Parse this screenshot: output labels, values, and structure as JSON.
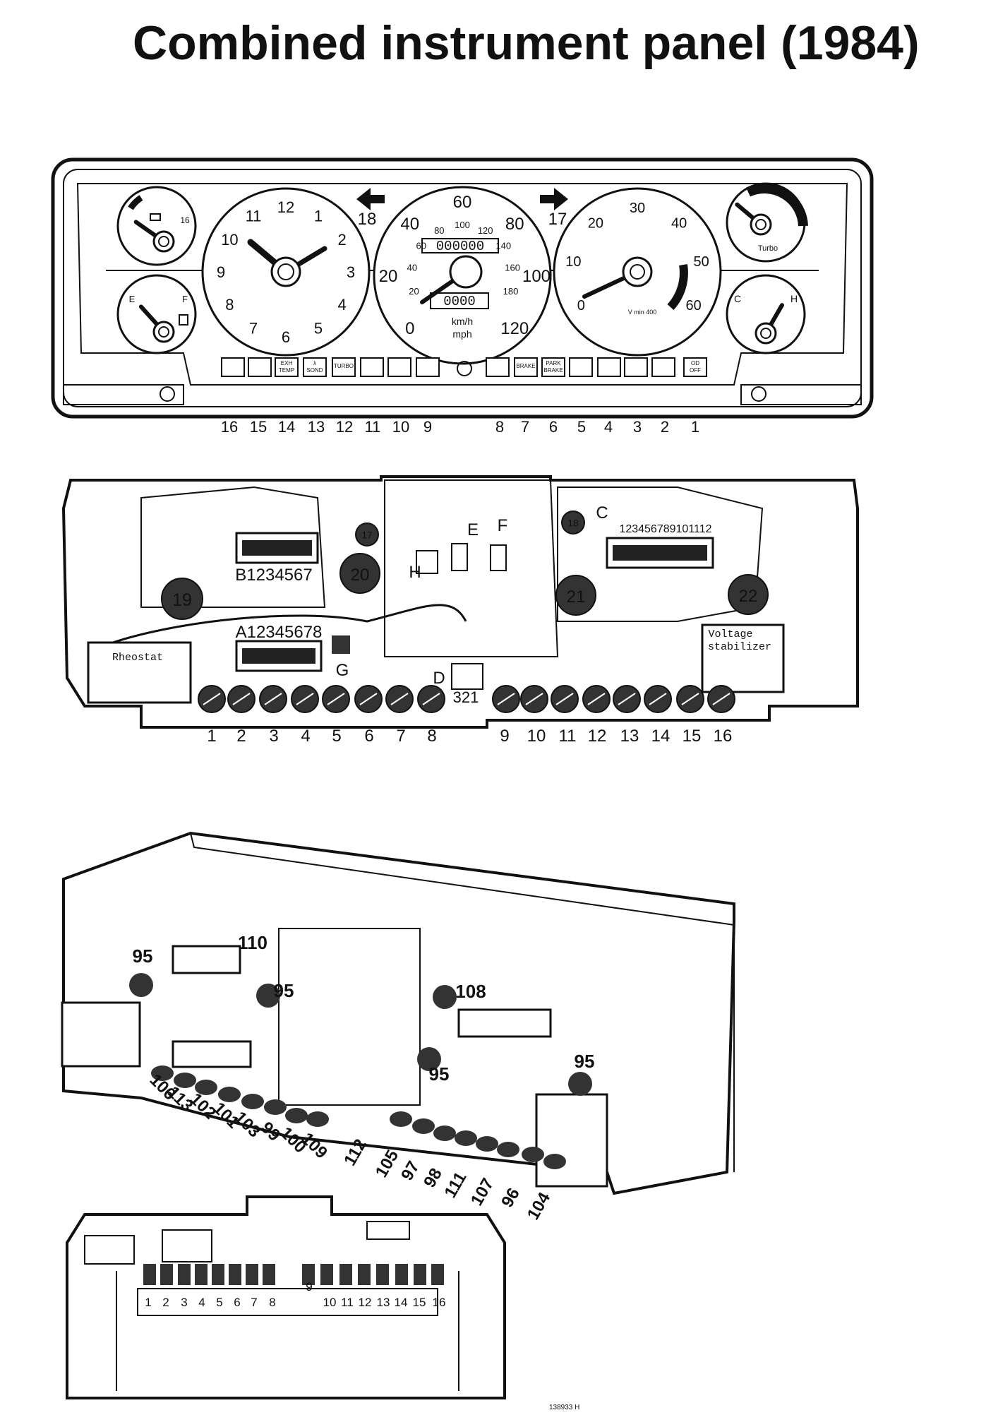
{
  "title": "Combined instrument panel (1984)",
  "front_panel": {
    "voltmeter_scale": "16",
    "fuel_scale": [
      "E",
      "F"
    ],
    "clock_numerals": [
      "12",
      "1",
      "2",
      "3",
      "4",
      "5",
      "6",
      "7",
      "8",
      "9",
      "10",
      "11"
    ],
    "turn_left": "18",
    "turn_right": "17",
    "speedo_mph": [
      "0",
      "20",
      "40",
      "60",
      "80",
      "100",
      "120"
    ],
    "speedo_kmh": [
      "20",
      "40",
      "60",
      "80",
      "100",
      "120",
      "140",
      "160",
      "180"
    ],
    "odometer": "000000",
    "tripmeter": "0000",
    "speedo_units": [
      "km/h",
      "mph"
    ],
    "tacho_scale": [
      "0",
      "10",
      "20",
      "30",
      "40",
      "50",
      "60"
    ],
    "tacho_caption": "V min 400",
    "boost_caption": "Turbo",
    "temp_scale": [
      "C",
      "H"
    ],
    "lamp_labels": [
      "",
      "",
      "EXH TEMP",
      "λ SOND",
      "TURBO",
      "",
      "",
      "",
      "",
      "",
      "BRAKE",
      "PARK BRAKE",
      "",
      "",
      "",
      "",
      "OD OFF"
    ],
    "lamp_numbers": [
      "16",
      "15",
      "14",
      "13",
      "12",
      "11",
      "10",
      "9",
      "8",
      "7",
      "6",
      "5",
      "4",
      "3",
      "2",
      "1"
    ]
  },
  "rear_panel": {
    "connector_b": "B1234567",
    "connector_a": "A12345678",
    "connector_c_letter": "C",
    "connector_c_pins": "123456789101112",
    "letters": [
      "D",
      "E",
      "F",
      "G",
      "H"
    ],
    "d_pins": "321",
    "bulb_numbers": [
      "17",
      "18",
      "19",
      "20",
      "21",
      "22"
    ],
    "rheostat": "Rheostat",
    "stabilizer": [
      "Voltage",
      "stabilizer"
    ],
    "terminal_numbers": [
      "1",
      "2",
      "3",
      "4",
      "5",
      "6",
      "7",
      "8",
      "9",
      "10",
      "11",
      "12",
      "13",
      "14",
      "15",
      "16"
    ]
  },
  "iso_view": {
    "callouts": [
      "95",
      "110",
      "95",
      "108",
      "95",
      "95"
    ],
    "lower_left": [
      "106",
      "113",
      "102",
      "101",
      "103",
      "99",
      "100",
      "109"
    ],
    "lower_right": [
      "112",
      "105",
      "97",
      "98",
      "111",
      "107",
      "96",
      "104"
    ]
  },
  "bottom_view": {
    "pins": [
      "1",
      "2",
      "3",
      "4",
      "5",
      "6",
      "7",
      "8",
      "9",
      "10",
      "11",
      "12",
      "13",
      "14",
      "15",
      "16"
    ]
  },
  "figure_code": "138933 H"
}
